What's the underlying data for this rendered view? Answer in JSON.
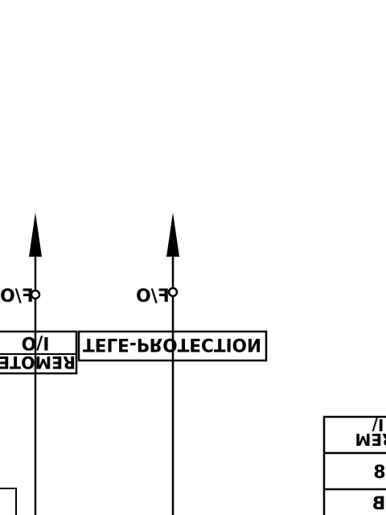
{
  "diagram": {
    "line_color": "#000000",
    "background": "#ffffff",
    "connections": [
      {
        "id": "left",
        "label": "F/O"
      },
      {
        "id": "right",
        "label": "F/O"
      }
    ],
    "boxes": {
      "remote_io": {
        "line1": "I/O",
        "line2": "REMOTE"
      },
      "tele_protection": {
        "text": "TELE-PROTECTION"
      },
      "right_table": {
        "rows": [
          "I/",
          "REM",
          "8",
          "B"
        ]
      }
    },
    "arrows": [
      {
        "id": "left-arrow",
        "icon": "arrowhead-up-icon"
      },
      {
        "id": "right-arrow",
        "icon": "arrowhead-up-icon"
      }
    ]
  }
}
